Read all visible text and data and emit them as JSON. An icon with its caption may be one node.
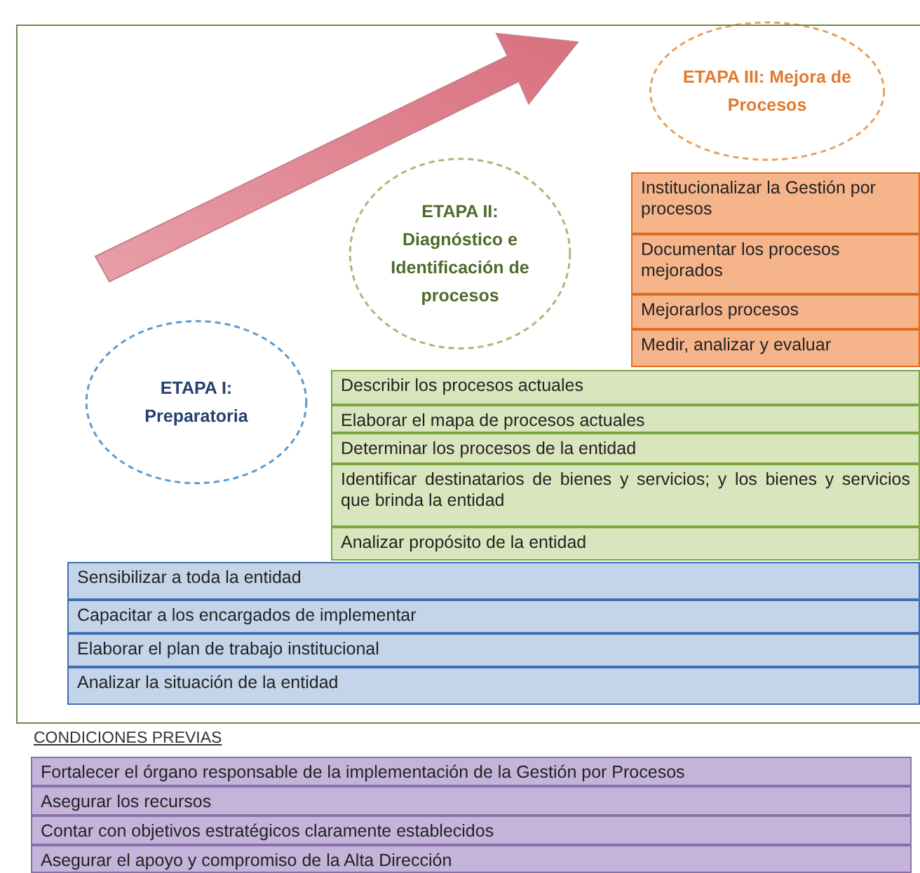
{
  "diagram": {
    "nodes": [
      {
        "text": [
          "ETAPA III: Mejora de Procesos"
        ]
      },
      {
        "text": [
          "ETAPA II: Diagnóstico e Identificación de procesos"
        ]
      },
      {
        "text": [
          "ETAPA I: Preparatoria"
        ]
      },
      {
        "text": [
          "Institucionalizar la Gestión por procesos"
        ]
      },
      {
        "text": [
          "Documentar los procesos mejorados"
        ]
      },
      {
        "text": [
          "Mejorarlos procesos"
        ]
      },
      {
        "text": [
          "Medir, analizar y evaluar"
        ]
      },
      {
        "text": [
          "Describir los procesos actuales"
        ]
      },
      {
        "text": [
          "Elaborar el mapa de procesos actuales"
        ]
      },
      {
        "text": [
          "Determinar los procesos de la entidad"
        ]
      },
      {
        "text": [
          "Identificar destinatarios de bienes y servicios; y los bienes y servicios que brinda la entidad"
        ]
      },
      {
        "text": [
          "Analizar propósito de la entidad"
        ]
      },
      {
        "text": [
          "Sensibilizar a toda la entidad"
        ]
      },
      {
        "text": [
          "Capacitar a los encargados de implementar"
        ]
      },
      {
        "text": [
          "Elaborar el plan de trabajo institucional"
        ]
      },
      {
        "text": [
          "Analizar la situación de la entidad"
        ]
      },
      {
        "text": [
          "Fortalecer el órgano responsable de la implementación de la Gestión por Procesos"
        ]
      },
      {
        "text": [
          "Asegurar los recursos"
        ]
      },
      {
        "text": [
          "Contar con objetivos estratégicos claramente establecidos"
        ]
      },
      {
        "text": [
          "Asegurar el apoyo y compromiso de la Alta Dirección"
        ]
      }
    ],
    "labels": [
      "CONDICIONES PREVIAS"
    ]
  }
}
